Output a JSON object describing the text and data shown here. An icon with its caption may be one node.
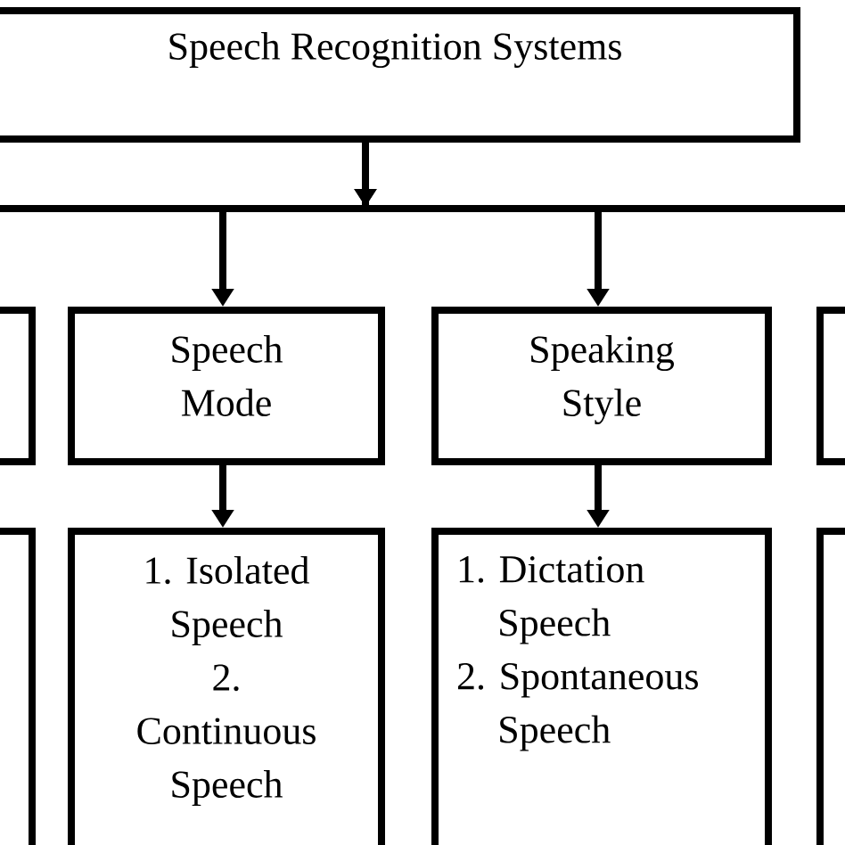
{
  "diagram": {
    "nodes": [
      {
        "text": [
          "Speech Recognition Systems"
        ]
      },
      {
        "text": [],
        "shape": "box"
      },
      {
        "text": [
          "Speech Mode"
        ]
      },
      {
        "text": [
          "Speaking Style"
        ]
      },
      {
        "text": [],
        "shape": "box"
      },
      {
        "text": [],
        "shape": "box"
      },
      {
        "text": [
          "1. Isolated Speech",
          "2. Continuous Speech"
        ]
      },
      {
        "text": [
          "1. Dictation Speech",
          "2. Spontaneous Speech"
        ]
      },
      {
        "text": [],
        "shape": "box"
      }
    ],
    "edges": [
      {
        "from": 0,
        "to": 2,
        "arrow": "to"
      },
      {
        "from": 0,
        "to": 3,
        "arrow": "to"
      },
      {
        "from": 2,
        "to": 6,
        "arrow": "to"
      },
      {
        "from": 3,
        "to": 7,
        "arrow": "to"
      }
    ]
  }
}
